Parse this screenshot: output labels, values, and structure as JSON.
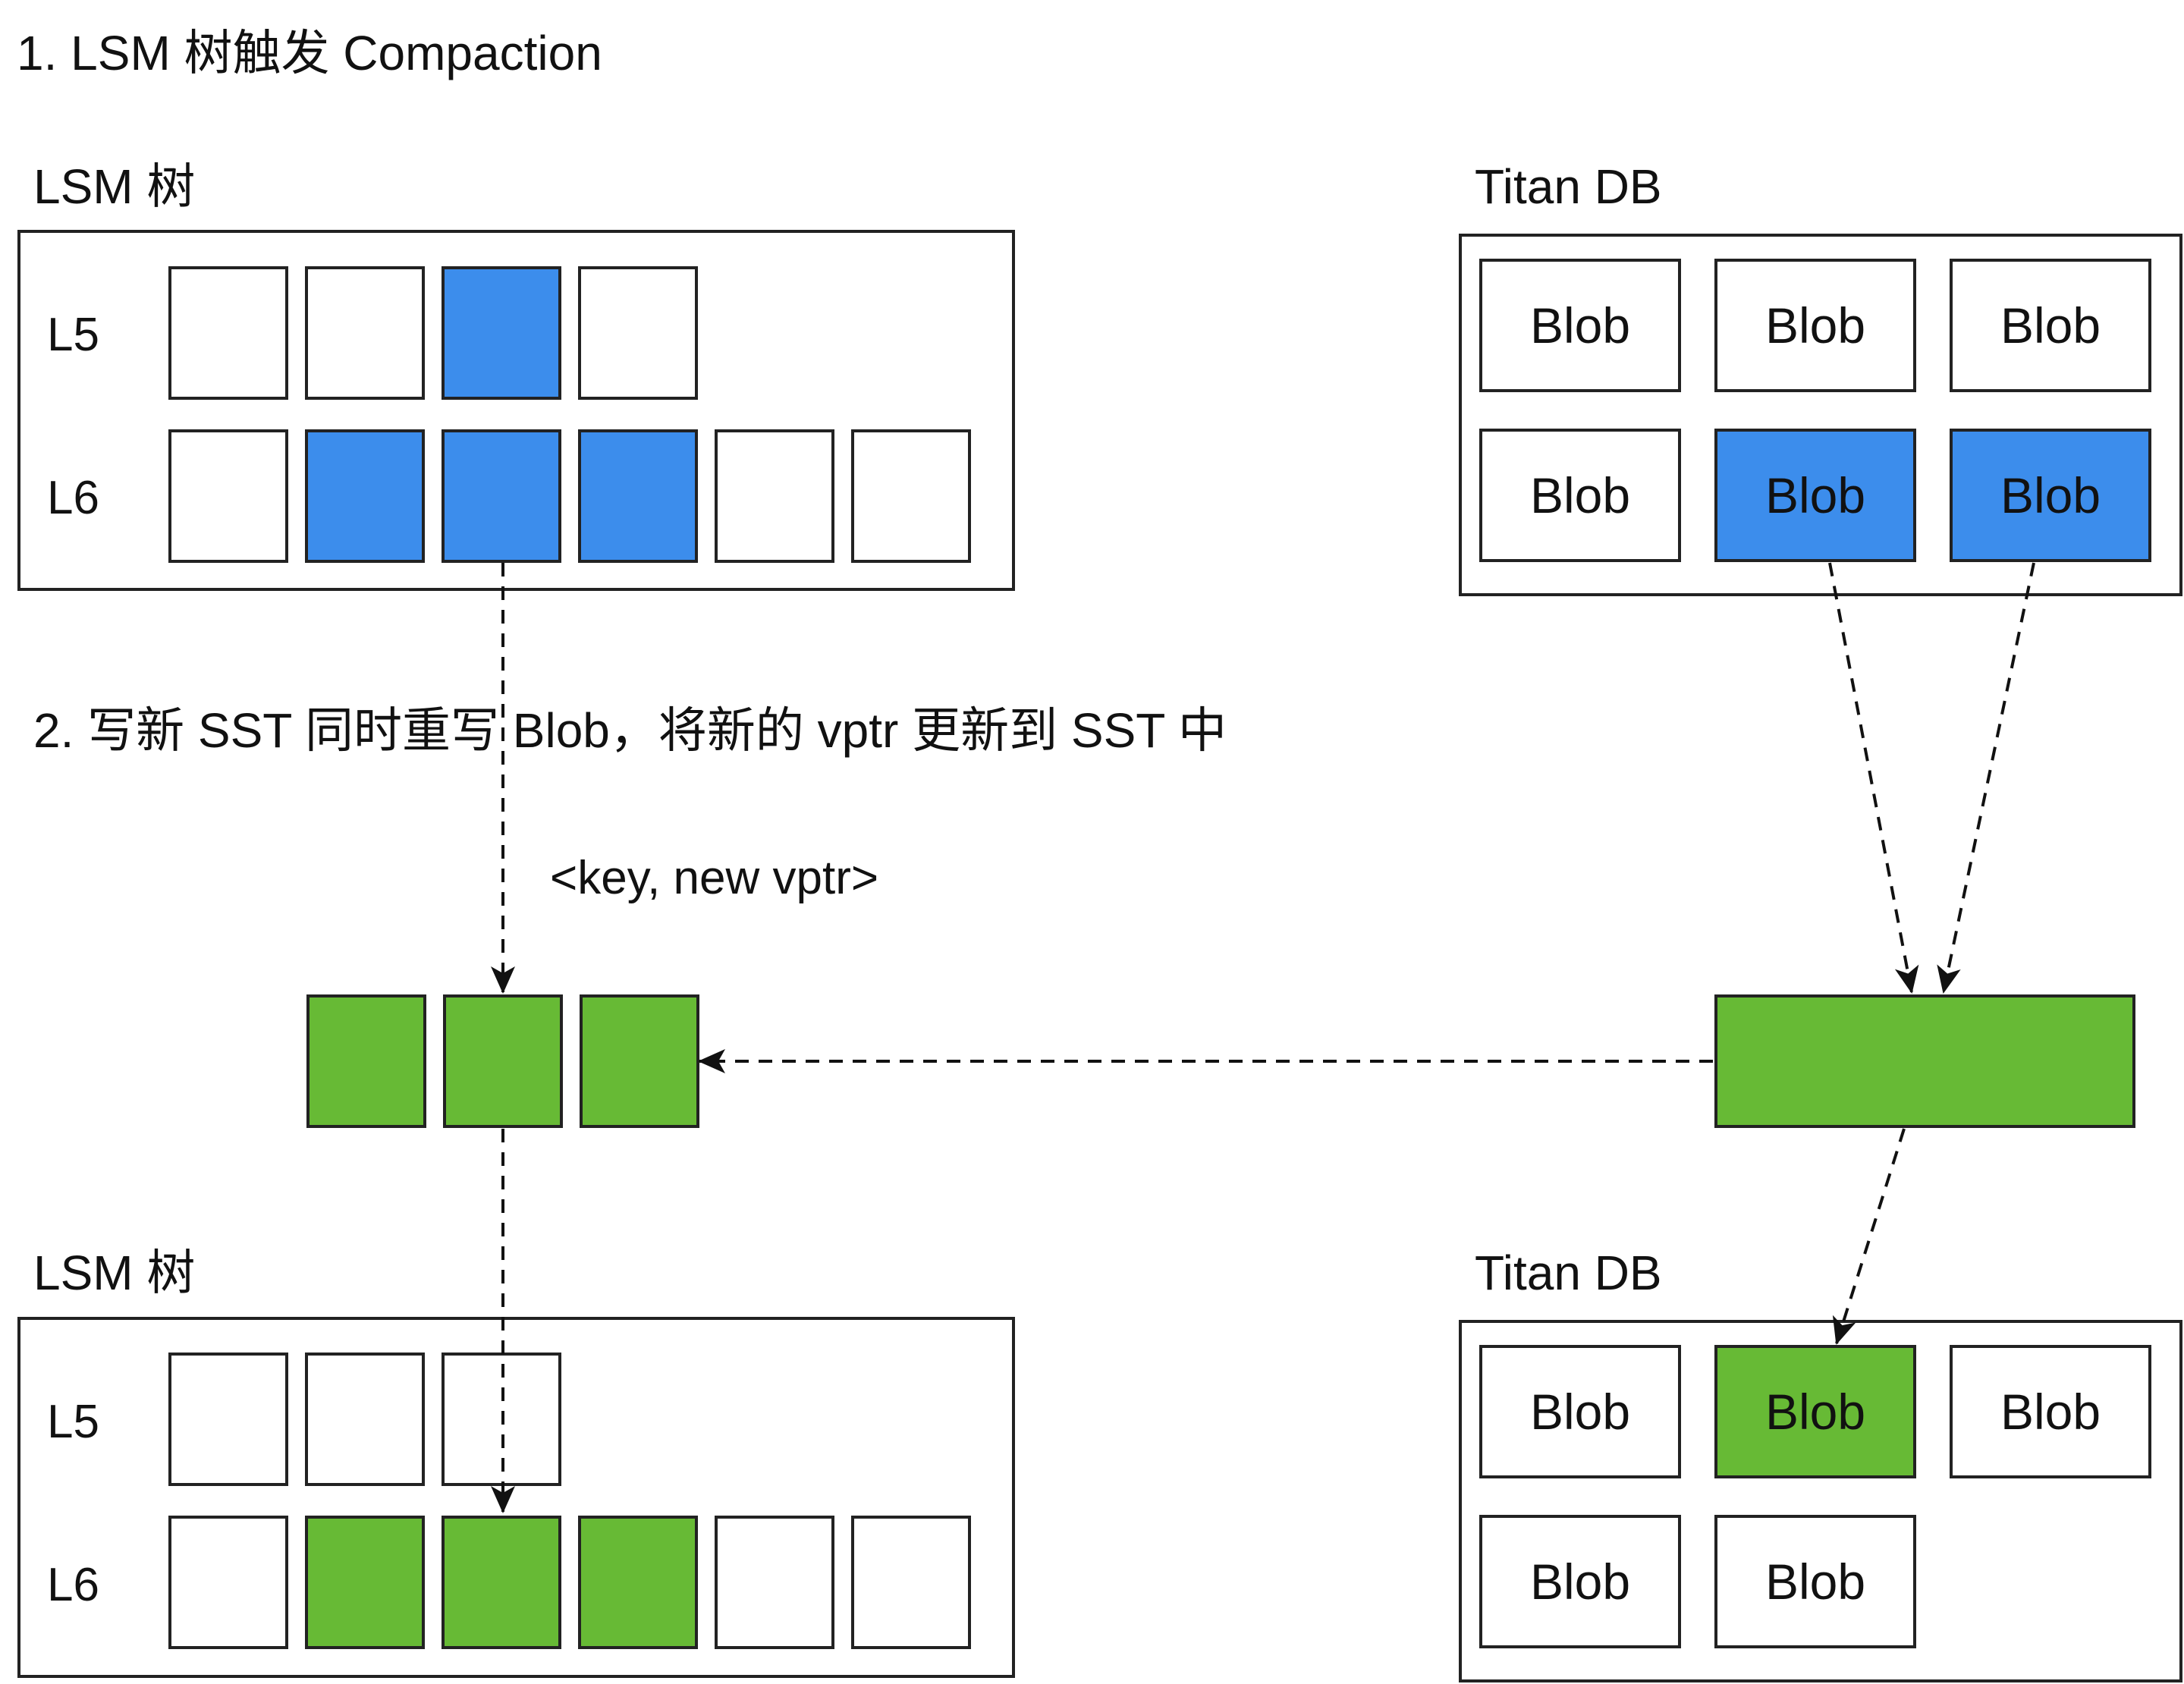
{
  "colors": {
    "blue": "#3c8dec",
    "green": "#67ba35",
    "white": "#ffffff",
    "line": "#222222"
  },
  "steps": {
    "step1": "1. LSM 树触发 Compaction",
    "step2": "2. 写新 SST 同时重写 Blob，将新的 vptr 更新到 SST 中"
  },
  "edge_label": "<key, new vptr>",
  "lsm_top": {
    "title": "LSM 树",
    "levels": [
      {
        "label": "L5",
        "cells": [
          "white",
          "white",
          "blue",
          "white"
        ]
      },
      {
        "label": "L6",
        "cells": [
          "white",
          "blue",
          "blue",
          "blue",
          "white",
          "white"
        ]
      }
    ]
  },
  "lsm_bottom": {
    "title": "LSM 树",
    "levels": [
      {
        "label": "L5",
        "cells": [
          "white",
          "white",
          "white"
        ]
      },
      {
        "label": "L6",
        "cells": [
          "white",
          "green",
          "green",
          "green",
          "white",
          "white"
        ]
      }
    ]
  },
  "titan_top": {
    "title": "Titan DB",
    "rows": [
      [
        {
          "label": "Blob",
          "color": "white"
        },
        {
          "label": "Blob",
          "color": "white"
        },
        {
          "label": "Blob",
          "color": "white"
        }
      ],
      [
        {
          "label": "Blob",
          "color": "white"
        },
        {
          "label": "Blob",
          "color": "blue"
        },
        {
          "label": "Blob",
          "color": "blue"
        }
      ]
    ]
  },
  "titan_bottom": {
    "title": "Titan DB",
    "rows": [
      [
        {
          "label": "Blob",
          "color": "white"
        },
        {
          "label": "Blob",
          "color": "green"
        },
        {
          "label": "Blob",
          "color": "white"
        }
      ],
      [
        {
          "label": "Blob",
          "color": "white"
        },
        {
          "label": "Blob",
          "color": "white"
        }
      ]
    ]
  },
  "new_sst": {
    "cells": [
      "green",
      "green",
      "green"
    ]
  },
  "new_blob": {
    "color": "green"
  }
}
